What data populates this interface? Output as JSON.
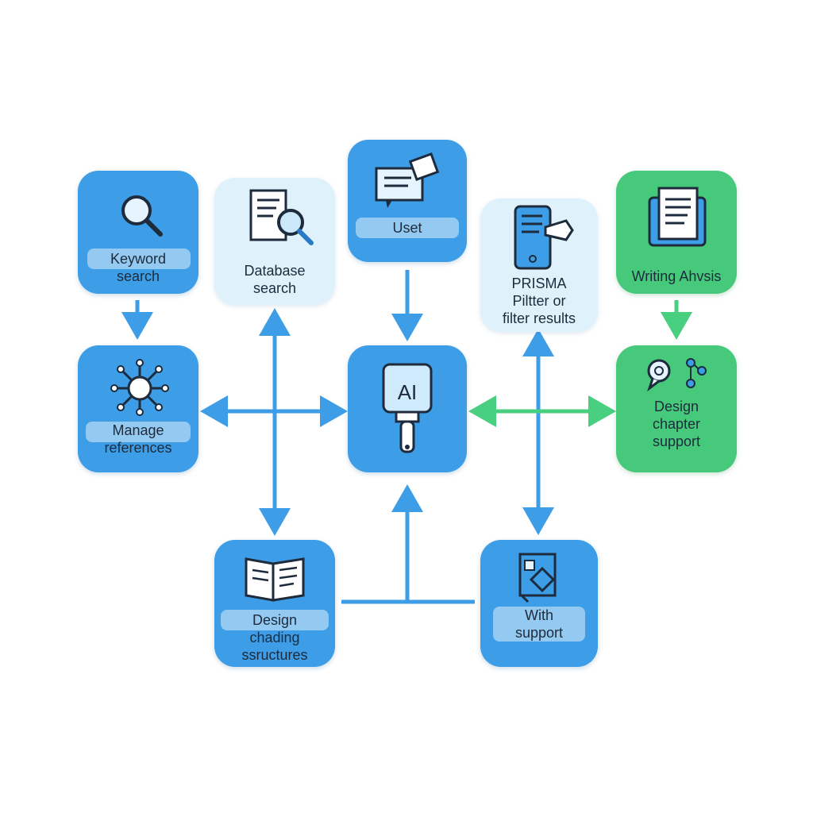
{
  "diagram": {
    "colors": {
      "blue": "#3d9de6",
      "light": "#dff1fb",
      "green": "#47c97b",
      "arrow_blue": "#3d9de6",
      "arrow_green": "#48cf80"
    },
    "nodes": {
      "keyword_search": {
        "label": "Keyword\nsearch",
        "icon": "magnifier-icon"
      },
      "database_search": {
        "label": "Database\nsearch",
        "icon": "document-search-icon"
      },
      "uset": {
        "label": "Uset",
        "icon": "message-edit-icon"
      },
      "prisma": {
        "label": "PRISMA\nPiltter or\nfilter results",
        "icon": "tablet-filter-icon"
      },
      "writing": {
        "label": "Writing Ahvsis",
        "icon": "tablet-document-icon"
      },
      "manage_references": {
        "label": "Manage\nreferences",
        "icon": "network-icon"
      },
      "ai": {
        "label": "AI",
        "icon": "ai-brush-icon"
      },
      "design_chapter": {
        "label": "Design\nchapter\nsupport",
        "icon": "chat-molecule-icon"
      },
      "design_structures": {
        "label": "Design\nchading\nssructures",
        "icon": "open-book-icon"
      },
      "with_support": {
        "label": "With\nsupport",
        "icon": "document-graph-icon"
      }
    }
  }
}
